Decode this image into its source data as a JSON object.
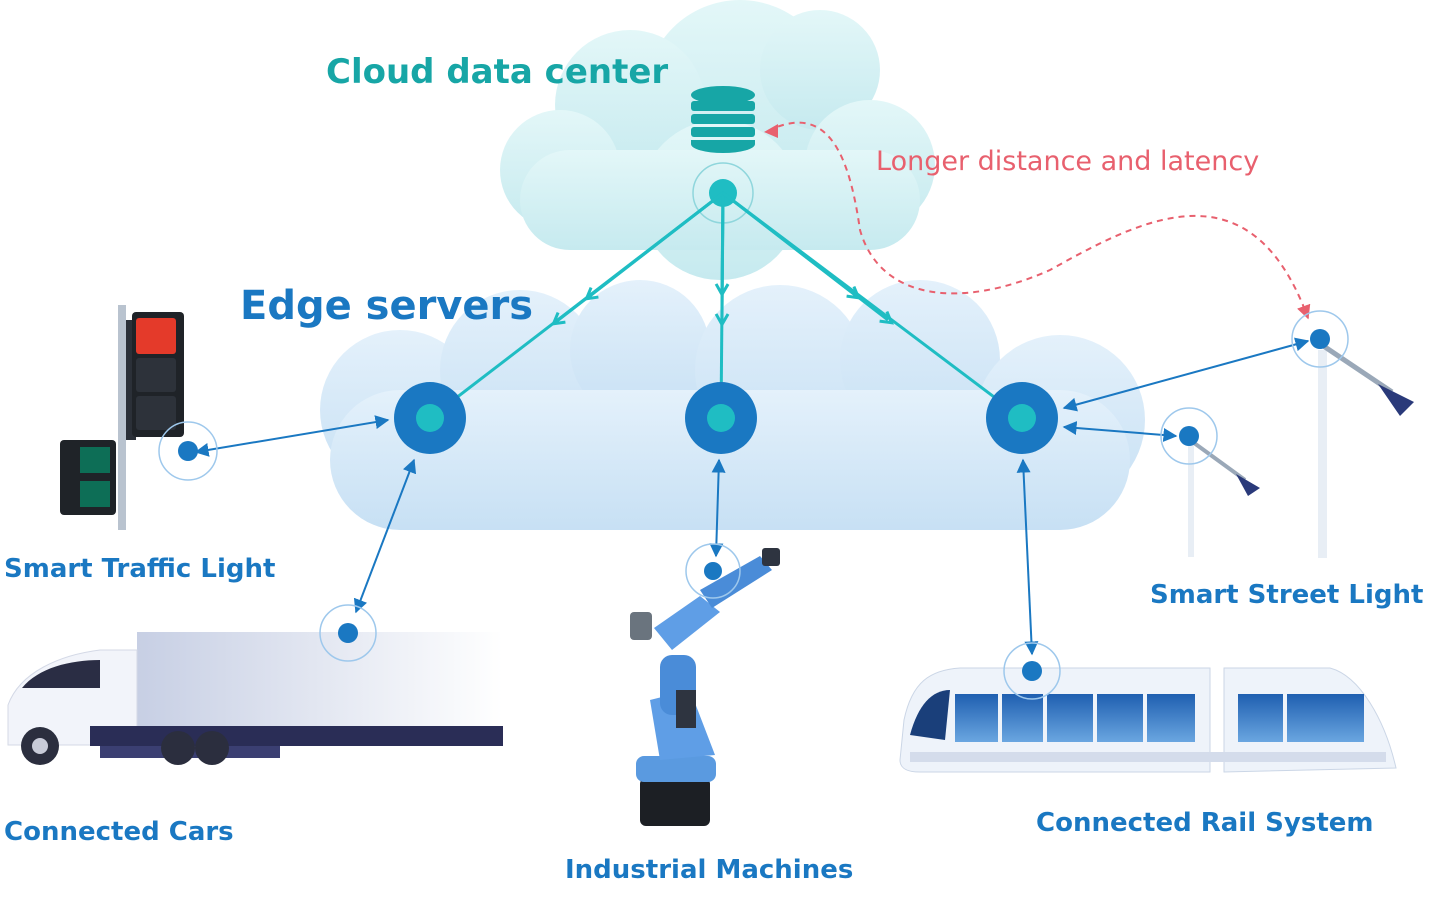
{
  "labels": {
    "cloud_title": "Cloud data center",
    "edge_title": "Edge servers",
    "latency_note": "Longer distance and latency",
    "smart_traffic_light": "Smart Traffic Light",
    "connected_cars": "Connected Cars",
    "industrial_machines": "Industrial Machines",
    "connected_rail_system": "Connected Rail System",
    "smart_street_light": "Smart Street Light"
  },
  "colors": {
    "cloud_center": "#cdeff2",
    "edge_cloud": "#d4e8f8",
    "teal": "#1fbdc3",
    "blue": "#1a78c2",
    "latency": "#e8606e"
  },
  "icons": [
    "database-icon",
    "server-node-icon",
    "traffic-light-icon",
    "truck-icon",
    "robot-arm-icon",
    "tram-icon",
    "street-light-icon"
  ]
}
